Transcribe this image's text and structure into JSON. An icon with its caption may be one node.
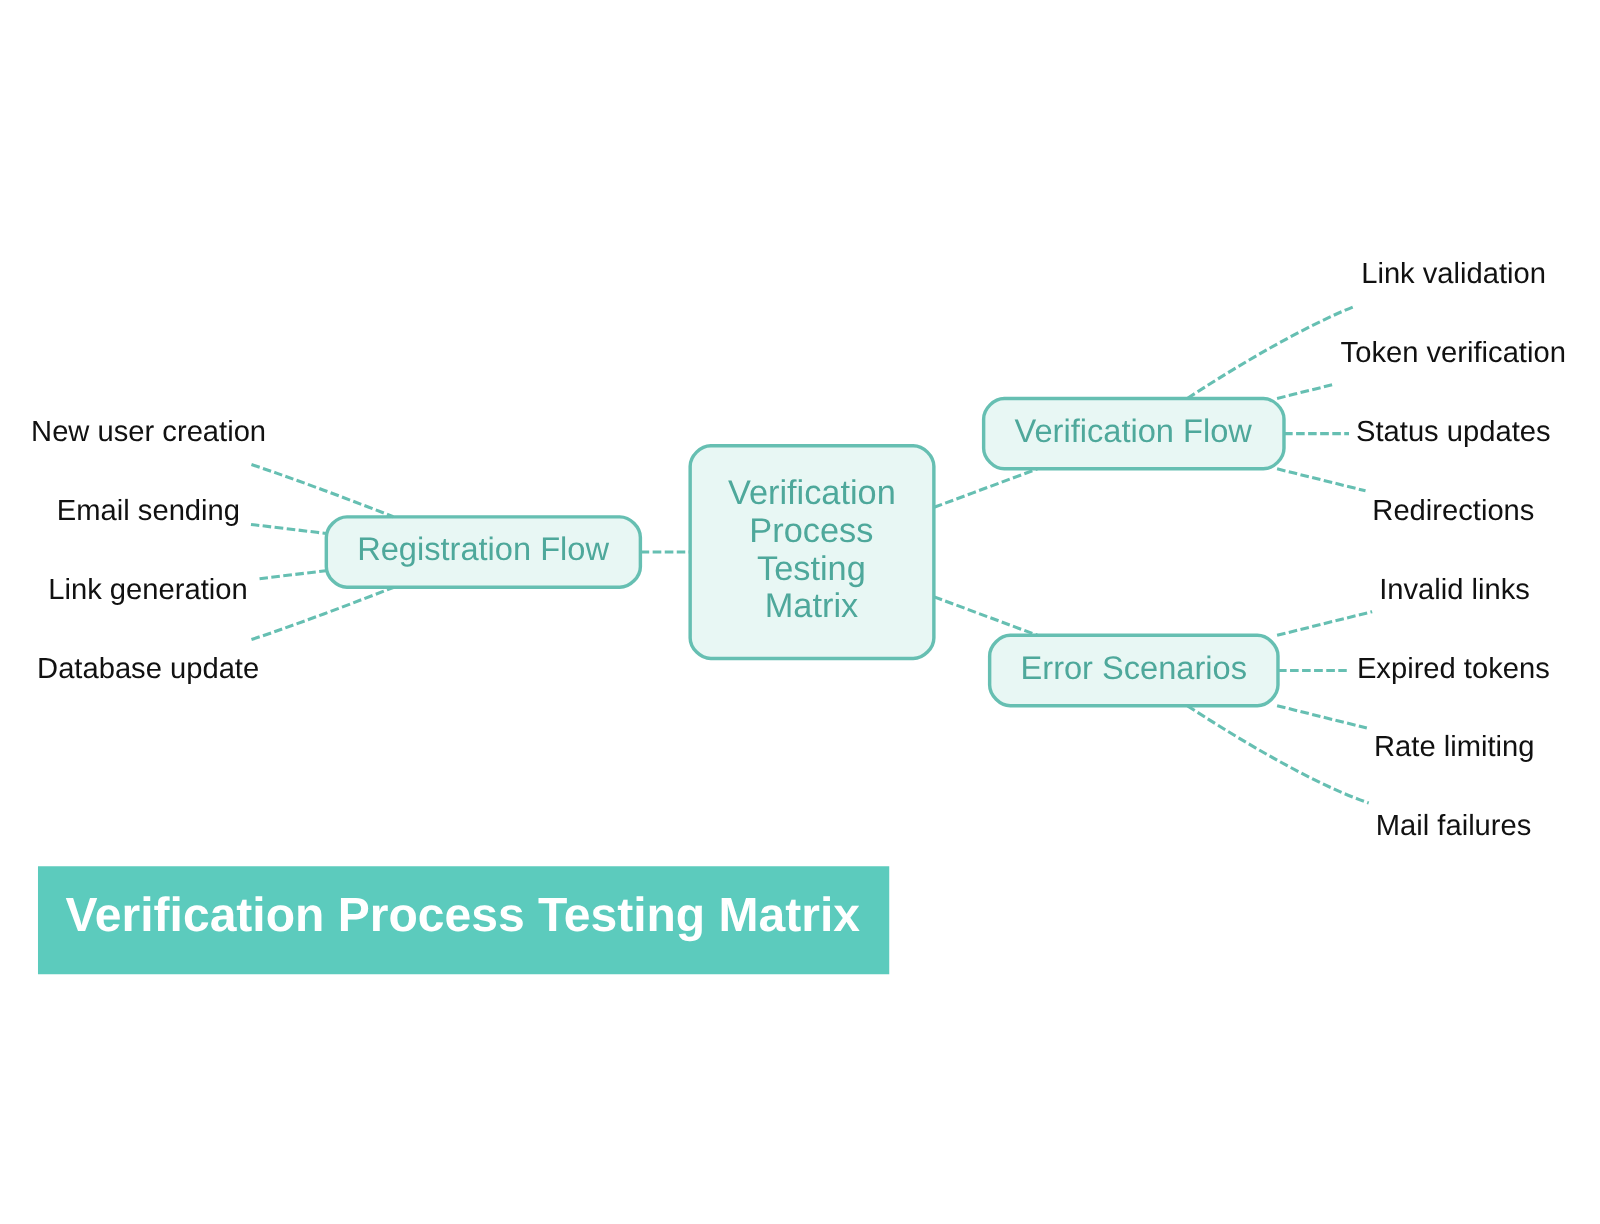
{
  "diagram": {
    "title": "Verification Process Testing Matrix",
    "nodes": [
      {
        "text": [
          "Registration Flow"
        ]
      },
      {
        "text": [
          "Verification Process Testing Matrix"
        ]
      },
      {
        "text": [
          "Verification Flow"
        ]
      },
      {
        "text": [
          "New user creation"
        ]
      },
      {
        "text": [
          "Email sending"
        ]
      },
      {
        "text": [
          "Link generation"
        ]
      },
      {
        "text": [
          "Database update"
        ]
      },
      {
        "text": [
          "Link validation"
        ]
      },
      {
        "text": [
          "Token verification"
        ]
      },
      {
        "text": [
          "Status updates"
        ]
      },
      {
        "text": [
          "Redirections"
        ]
      },
      {
        "text": [
          "Error Scenarios"
        ]
      },
      {
        "text": [
          "Invalid links"
        ]
      },
      {
        "text": [
          "Expired tokens"
        ]
      },
      {
        "text": [
          "Rate limiting"
        ]
      },
      {
        "text": [
          "Mail failures"
        ]
      }
    ],
    "edges": [
      {
        "from": 0,
        "to": 1,
        "arrow": "none",
        "style": "dashed"
      },
      {
        "from": 1,
        "to": 2,
        "arrow": "none",
        "style": "dashed"
      },
      {
        "from": 3,
        "to": 0,
        "arrow": "none",
        "style": "dashed"
      },
      {
        "from": 4,
        "to": 0,
        "arrow": "none",
        "style": "dashed"
      },
      {
        "from": 5,
        "to": 0,
        "arrow": "none",
        "style": "dashed"
      },
      {
        "from": 6,
        "to": 0,
        "arrow": "none",
        "style": "dashed"
      },
      {
        "from": 2,
        "to": 7,
        "arrow": "none",
        "style": "dashed"
      },
      {
        "from": 2,
        "to": 8,
        "arrow": "none",
        "style": "dashed"
      },
      {
        "from": 2,
        "to": 9,
        "arrow": "none",
        "style": "dashed"
      },
      {
        "from": 2,
        "to": 10,
        "arrow": "none",
        "style": "dashed"
      },
      {
        "from": 1,
        "to": 11,
        "arrow": "none",
        "style": "dashed"
      },
      {
        "from": 11,
        "to": 12,
        "arrow": "none",
        "style": "dashed"
      },
      {
        "from": 11,
        "to": 13,
        "arrow": "none",
        "style": "dashed"
      },
      {
        "from": 11,
        "to": 14,
        "arrow": "none",
        "style": "dashed"
      },
      {
        "from": 11,
        "to": 15,
        "arrow": "none",
        "style": "dashed"
      }
    ]
  }
}
